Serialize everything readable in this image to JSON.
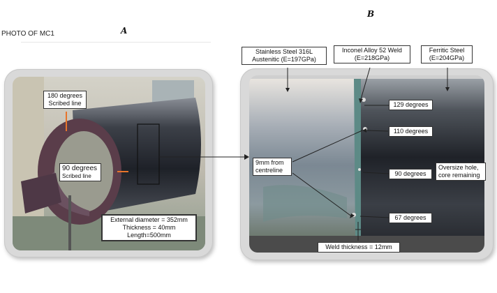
{
  "header": {
    "photo_title": "PHOTO OF MC1",
    "panel_a": "A",
    "panel_b": "B"
  },
  "panel_a": {
    "label_180": {
      "line1": "180 degrees",
      "line2": "Scribed line"
    },
    "label_90": {
      "line1": "90 degrees",
      "line2": "Scribed line"
    },
    "dimensions": {
      "line1": "External diameter = 352mm",
      "line2": "Thickness = 40mm",
      "line3": "Length=500mm"
    }
  },
  "panel_b": {
    "stainless": {
      "line1": "Stainless Steel 316L",
      "line2": "Austenitic (E=197GPa)"
    },
    "inconel": {
      "line1": "Inconel Alloy 52 Weld",
      "line2": "(E=218GPa)"
    },
    "ferritic": {
      "line1": "Ferritic Steel",
      "line2": "(E=204GPa)"
    },
    "deg_129": "129 degrees",
    "deg_110": "110 degrees",
    "deg_90": "90 degrees",
    "deg_67": "67 degrees",
    "oversize": {
      "line1": "Oversize hole,",
      "line2": "core remaining"
    },
    "centreline": {
      "line1": "9mm from",
      "line2": "centreline"
    },
    "weld_thickness": "Weld thickness = 12mm"
  },
  "colors": {
    "pointer_orange": "#e8742a",
    "line_dark": "#222222",
    "frame_grey": "#d9d9d9"
  }
}
